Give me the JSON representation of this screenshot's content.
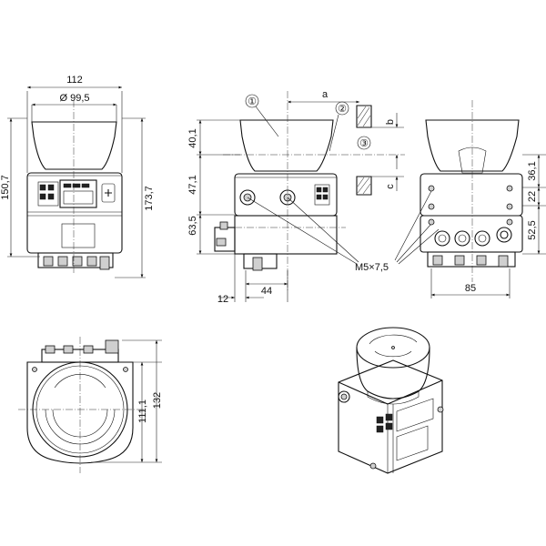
{
  "drawing": {
    "front_view": {
      "width_outer": "112",
      "diameter_dome": "Ø 99,5",
      "height_left": "150,7",
      "height_right": "173,7"
    },
    "side_view": {
      "callout_1": "①",
      "callout_2": "②",
      "callout_3": "③",
      "dim_a": "a",
      "dim_b": "b",
      "dim_c": "c",
      "dim_40_1": "40,1",
      "dim_47_1": "47,1",
      "dim_63_5": "63,5",
      "dim_12": "12",
      "dim_44": "44",
      "thread_label": "M5×7,5"
    },
    "rear_view": {
      "dim_36_1": "36,1",
      "dim_22": "22",
      "dim_52_5": "52,5",
      "dim_85": "85"
    },
    "top_view": {
      "dim_132": "132",
      "dim_111_1": "111,1"
    }
  }
}
